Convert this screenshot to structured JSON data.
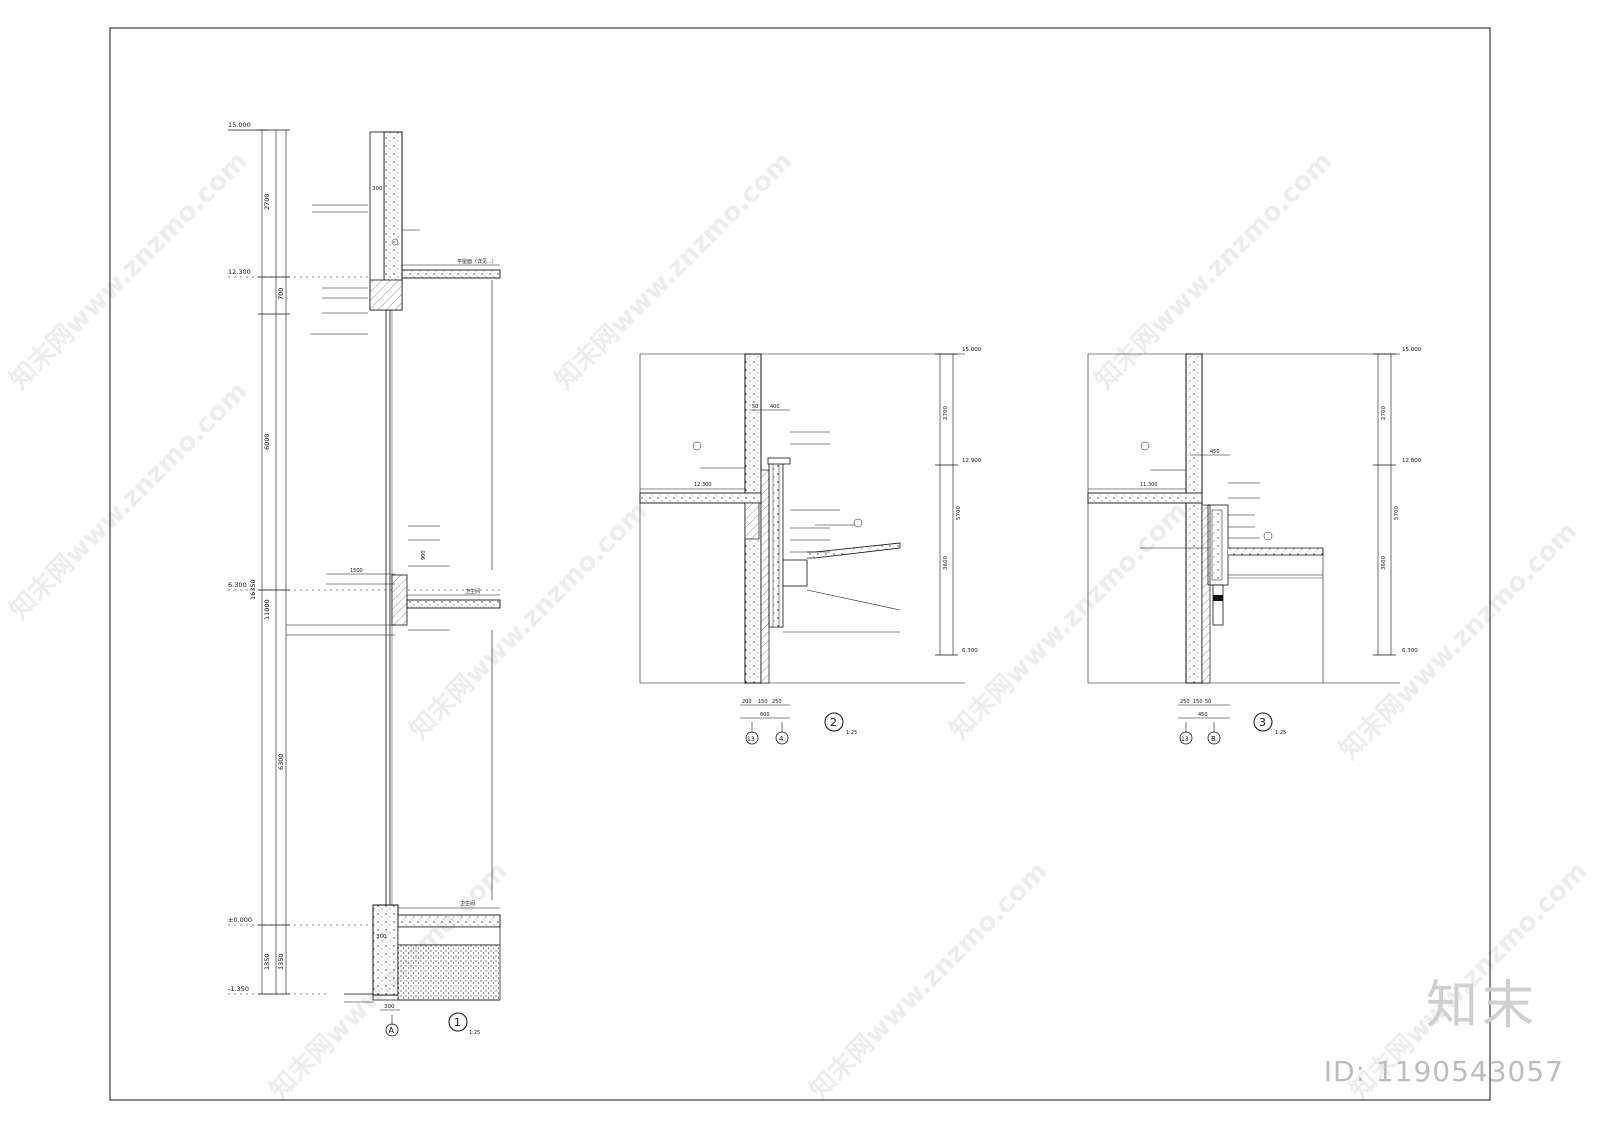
{
  "detail1": {
    "levels": [
      "15.000",
      "12.300",
      "6.300",
      "±0.000",
      "-1.350"
    ],
    "dims": [
      "2700",
      "700",
      "6000",
      "16350",
      "11000",
      "6300",
      "1350",
      "1350",
      "300",
      "300",
      "1500",
      "900",
      "300"
    ],
    "labels": [
      "平屋面（详见...）",
      "卫生间",
      "卫生间"
    ],
    "axis": "A",
    "number": "1",
    "scale": "1:25"
  },
  "detail2": {
    "levels": [
      "15.000",
      "12.900",
      "6.300"
    ],
    "slab_level": "12.300",
    "dims_right": [
      "2700",
      "5700",
      "3600"
    ],
    "dims_top": [
      "50",
      "400"
    ],
    "dims_bottom": [
      "200",
      "150",
      "250",
      "600"
    ],
    "axes": [
      "13",
      "4"
    ],
    "number": "2",
    "scale": "1:25"
  },
  "detail3": {
    "levels": [
      "15.000",
      "12.800",
      "6.300"
    ],
    "slab_level": "11.300",
    "dims_right": [
      "2700",
      "5700",
      "3600"
    ],
    "dims_top": [
      "450"
    ],
    "dims_bottom": [
      "250",
      "150",
      "50",
      "450"
    ],
    "axes": [
      "13",
      "B"
    ],
    "number": "3",
    "scale": "1:25"
  },
  "watermark": {
    "site_text": "知末网www.znzmo.com",
    "brand": "知末",
    "id": "ID: 1190543057"
  },
  "colors": {
    "line": "#111111",
    "hatch": "#555555",
    "watermark": "#cfcfcf"
  }
}
